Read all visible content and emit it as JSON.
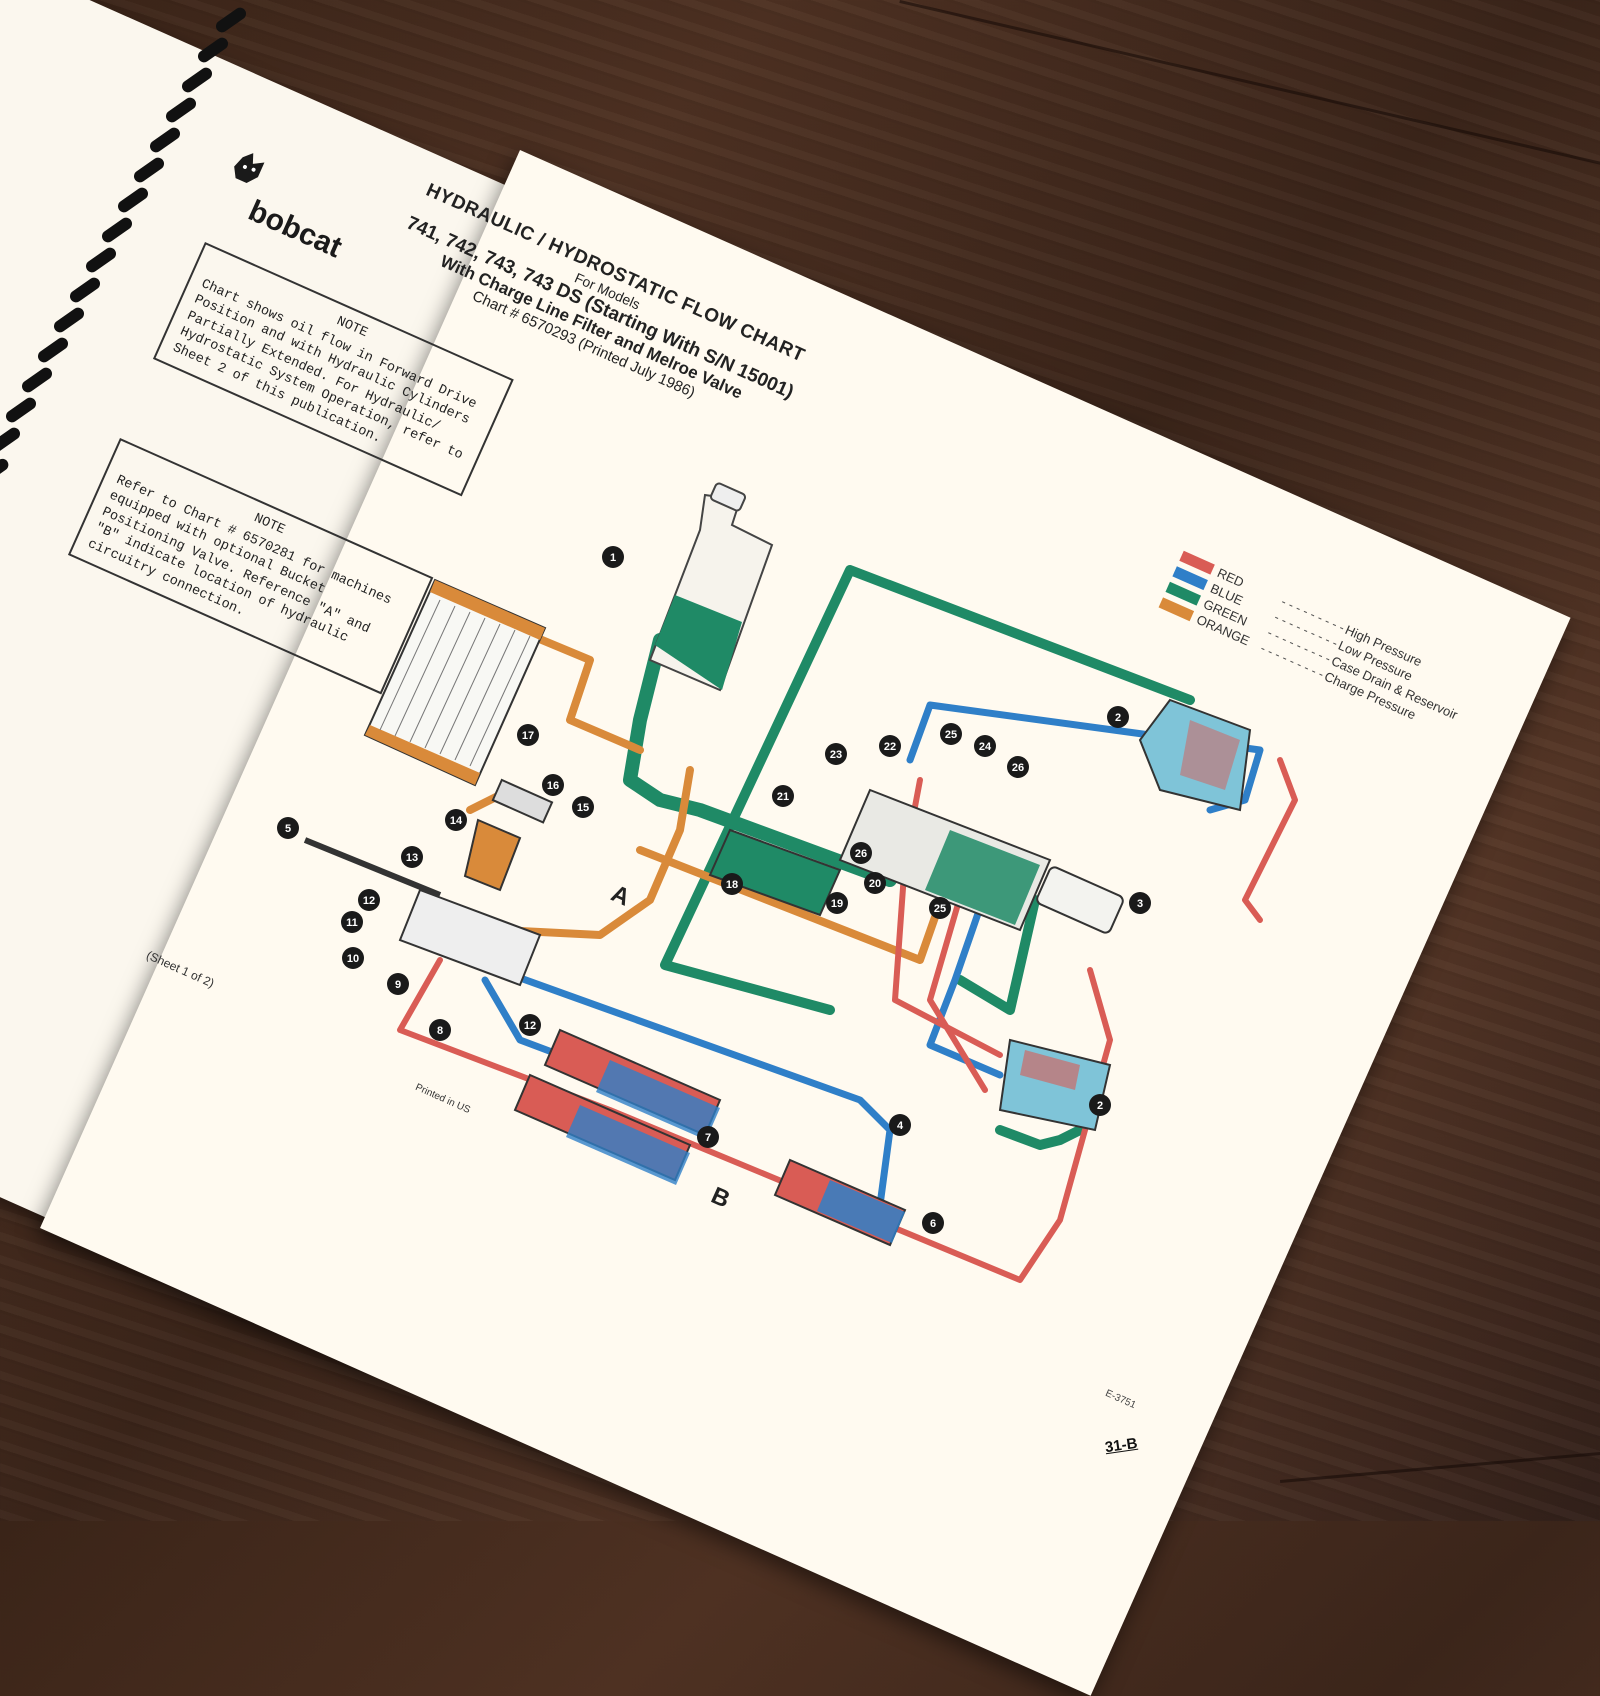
{
  "title": {
    "line1": "HYDRAULIC / HYDROSTATIC FLOW CHART",
    "line2": "For Models",
    "line3": "741, 742, 743, 743 DS (Starting With S/N 15001)",
    "line4": "With Charge Line Filter and Melroe Valve",
    "line5": "Chart # 6570293 (Printed July 1986)"
  },
  "brand": {
    "name": "bobcat"
  },
  "notes": [
    {
      "title": "NOTE",
      "text": "Chart shows oil flow in Forward Drive Position and with Hydraulic Cylinders Partially Extended. For Hydraulic/ Hydrostatic System Operation, refer to Sheet 2 of this publication."
    },
    {
      "title": "NOTE",
      "text": "Refer to Chart # 6570281 for machines equipped with optional Bucket Positioning Valve. Reference \"A\" and \"B\" indicate location of hydraulic circuitry connection."
    }
  ],
  "legend": [
    {
      "name": "RED",
      "meaning": "High Pressure",
      "color": "#d95c55"
    },
    {
      "name": "BLUE",
      "meaning": "Low Pressure",
      "color": "#2f7fc8"
    },
    {
      "name": "GREEN",
      "meaning": "Case Drain & Reservoir",
      "color": "#1f8a66"
    },
    {
      "name": "ORANGE",
      "meaning": "Charge Pressure",
      "color": "#d98a3a"
    }
  ],
  "references": {
    "a": "A",
    "b": "B"
  },
  "callouts": [
    "1",
    "2",
    "2",
    "3",
    "4",
    "5",
    "6",
    "7",
    "8",
    "9",
    "10",
    "11",
    "12",
    "12",
    "13",
    "14",
    "15",
    "16",
    "17",
    "18",
    "19",
    "20",
    "21",
    "22",
    "23",
    "24",
    "25",
    "25",
    "26",
    "26"
  ],
  "footer": {
    "sheet": "(Sheet 1 of 2)",
    "printed": "Printed in US",
    "code": "E-3751",
    "page": "31-B"
  }
}
